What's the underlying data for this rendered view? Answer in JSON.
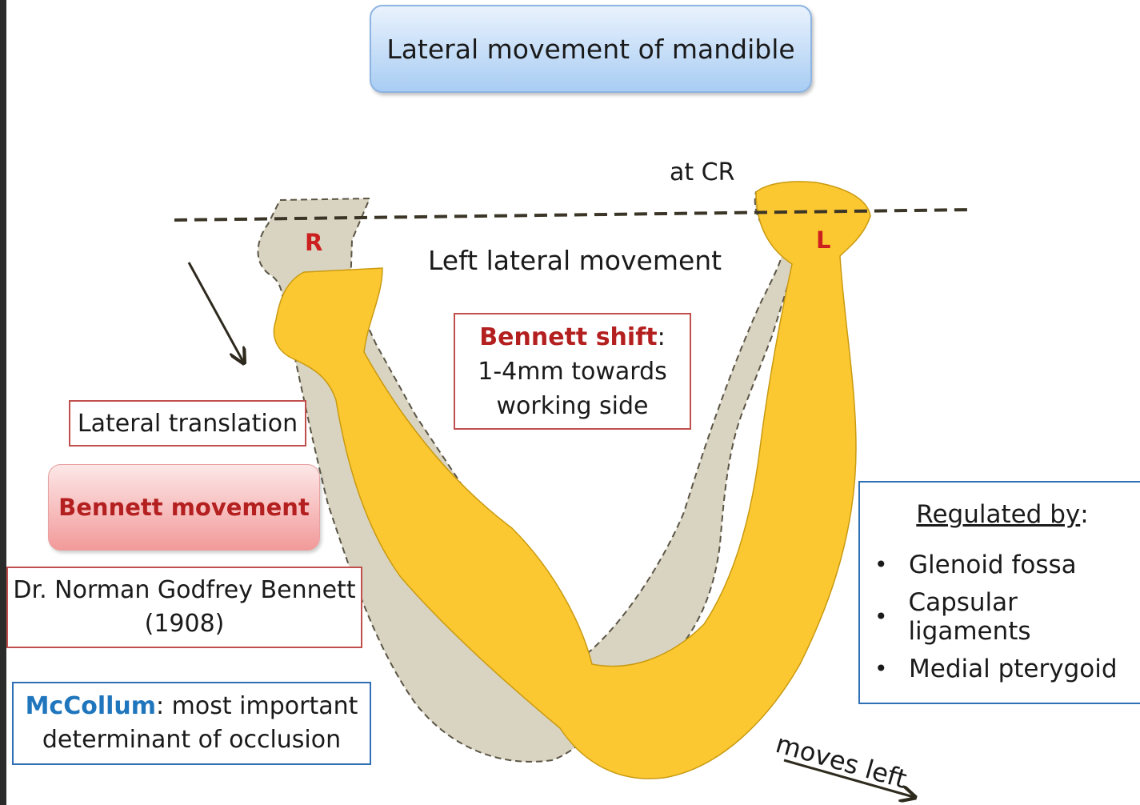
{
  "title": "Lateral movement of mandible",
  "labels": {
    "at_cr": "at CR",
    "left_lateral": "Left lateral movement",
    "moves_left": "moves left",
    "marker_right": "R",
    "marker_left": "L"
  },
  "lateral_translation": "Lateral translation",
  "bennett_movement": "Bennett movement",
  "doctor": {
    "name": "Dr. Norman Godfrey Bennett",
    "year": "(1908)"
  },
  "mccollum": {
    "name": "McCollum",
    "line1_rest": ": most important",
    "line2": "determinant of occlusion"
  },
  "bennett_shift": {
    "label": "Bennett shift",
    "colon": ":",
    "line2": "1-4mm towards",
    "line3": "working side"
  },
  "regulated": {
    "title": "Regulated by",
    "colon": ":",
    "bullet": "•",
    "items": [
      "Glenoid fossa",
      "Capsular ligaments",
      "Medial pterygoid"
    ]
  },
  "colors": {
    "mandible_moved": "#fcc832",
    "mandible_original": "#d9d4c1",
    "accent_red": "#b41f1f",
    "accent_blue": "#1f76bd"
  }
}
